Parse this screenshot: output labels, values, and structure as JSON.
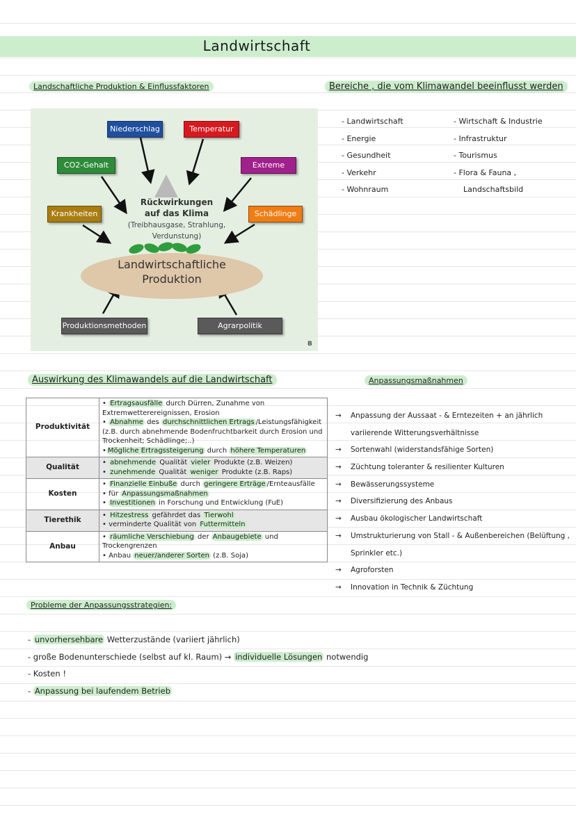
{
  "title": "Landwirtschaft",
  "headings": {
    "production": "Landschaftliche Produktion & Einflussfaktoren",
    "areas": "Bereiche , die vom Klimawandel beeinflusst werden",
    "effects": "Auswirkung des Klimawandels auf die Landwirtschaft",
    "measures": "Anpassungsmaßnahmen",
    "problems": "Probleme der Anpassungsstrategien:"
  },
  "diagram": {
    "factors": {
      "niederschlag": "Niederschlag",
      "temperatur": "Temperatur",
      "co2": "CO2-Gehalt",
      "extreme": "Extreme",
      "krankheiten": "Krankheiten",
      "schaedlinge": "Schädlinge",
      "methoden": "Produktionsmethoden",
      "politik": "Agrarpolitik"
    },
    "feedback_title_1": "Rückwirkungen",
    "feedback_title_2": "auf das Klima",
    "feedback_sub_1": "(Treibhausgase, Strahlung,",
    "feedback_sub_2": "Verdunstung)",
    "center_1": "Landwirtschaftliche",
    "center_2": "Produktion",
    "copyright": "B",
    "colors": {
      "niederschlag": "#1f4f9e",
      "temperatur": "#d71920",
      "co2": "#2e8b3a",
      "extreme": "#a0218c",
      "krankheiten": "#a87d12",
      "schaedlinge": "#f07c14",
      "methoden": "#5a5a5a",
      "politik": "#5a5a5a"
    }
  },
  "areas_left": [
    "- Landwirtschaft",
    "- Energie",
    "- Gesundheit",
    "- Verkehr",
    "- Wohnraum"
  ],
  "areas_right": [
    "- Wirtschaft & Industrie",
    "- Infrastruktur",
    "- Tourismus",
    "- Flora & Fauna ,",
    "Landschaftsbild"
  ],
  "table": {
    "productivity": {
      "label": "Produktivität",
      "l1a": "• ",
      "l1b": "Ertragsausfälle",
      "l1c": " durch Dürren, Zunahme von",
      "l2": "Extremwetterereignissen, Erosion",
      "l3a": "• ",
      "l3b": "Abnahme",
      "l3c": " des ",
      "l3d": "durchschnittlichen Ertrags",
      "l3e": "/Leistungsfähigkeit",
      "l4": "(z.B. durch abnehmende Bodenfruchtbarkeit durch Erosion und",
      "l5": "Trockenheit; Schädlinge;..)",
      "l6a": "•",
      "l6b": "Mögliche Ertragssteigerung",
      "l6c": " durch ",
      "l6d": "höhere Temperaturen"
    },
    "quality": {
      "label": "Qualität",
      "l1a": "• ",
      "l1b": "abnehmende",
      "l1c": " Qualität ",
      "l1d": "vieler",
      "l1e": " Produkte (z.B. Weizen)",
      "l2a": "• ",
      "l2b": "zunehmende",
      "l2c": " Qualität ",
      "l2d": "weniger",
      "l2e": " Produkte (z.B. Raps)"
    },
    "costs": {
      "label": "Kosten",
      "l1a": "• ",
      "l1b": "Finanzielle Einbuße",
      "l1c": " durch ",
      "l1d": "geringere Erträge",
      "l1e": "/Ernteausfälle",
      "l2a": "• für ",
      "l2b": "Anpassungsmaßnahmen",
      "l3a": "• ",
      "l3b": "Investitionen",
      "l3c": " in Forschung und Entwicklung (FuE)"
    },
    "ethics": {
      "label": "Tierethik",
      "l1a": "• ",
      "l1b": "Hitzestress",
      "l1c": " gefährdet das ",
      "l1d": "Tierwohl",
      "l2a": "• verminderte Qualität von ",
      "l2b": "Futtermitteln"
    },
    "cultivation": {
      "label": "Anbau",
      "l1a": "• ",
      "l1b": "räumliche Verschiebung",
      "l1c": " der ",
      "l1d": "Anbaugebiete",
      "l1e": " und Trockengrenzen",
      "l2a": "• Anbau ",
      "l2b": "neuer/anderer Sorten",
      "l2c": " (z.B. Soja)"
    }
  },
  "measures": [
    "Anpassung der Aussaat - & Erntezeiten + an jährlich",
    "variierende Witterungsverhältnisse",
    "Sortenwahl (widerstandsfähige Sorten)",
    "Züchtung toleranter & resilienter Kulturen",
    "Bewässerungssysteme",
    "Diversifizierung des Anbaus",
    "Ausbau ökologischer Landwirtschaft",
    "Umstrukturierung von Stall - & Außenbereichen (Belüftung ,",
    "Sprinkler etc.)",
    "Agroforsten",
    "Innovation in Technik & Züchtung"
  ],
  "measure_arrow": "→",
  "problems": {
    "p1_dash": "- ",
    "p1_hl": "unvorhersehbare",
    "p1_rest": " Wetterzustände (variiert jährlich)",
    "p2_pre": "- große Bodenunterschiede (selbst auf kl. Raum) → ",
    "p2_hl": "individuelle Lösungen",
    "p2_rest": " notwendig",
    "p3": "- Kosten !",
    "p4_dash": "- ",
    "p4_hl": "Anpassung bei laufendem Betrieb"
  }
}
